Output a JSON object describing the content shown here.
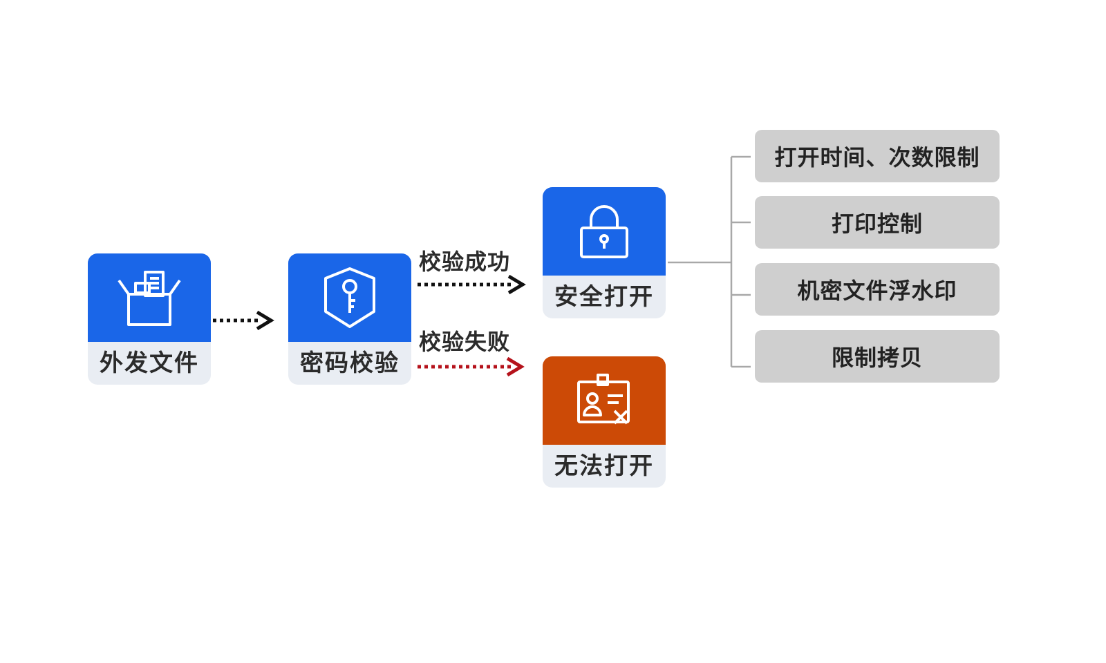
{
  "nodes": {
    "send": {
      "label": "外发文件",
      "icon": "open-box-document-icon"
    },
    "verify": {
      "label": "密码校验",
      "icon": "shield-key-icon"
    },
    "open": {
      "label": "安全打开",
      "icon": "padlock-icon"
    },
    "fail": {
      "label": "无法打开",
      "icon": "id-card-reject-icon"
    }
  },
  "edges": {
    "success": "校验成功",
    "failure": "校验失败"
  },
  "features": [
    "打开时间、次数限制",
    "打印控制",
    "机密文件浮水印",
    "限制拷贝"
  ],
  "colors": {
    "blue": "#1a66e8",
    "orange": "#cc4a06",
    "card_label_bg": "#e9edf3",
    "feature_bg": "#cfcfcf",
    "failure_arrow": "#b5121b"
  }
}
